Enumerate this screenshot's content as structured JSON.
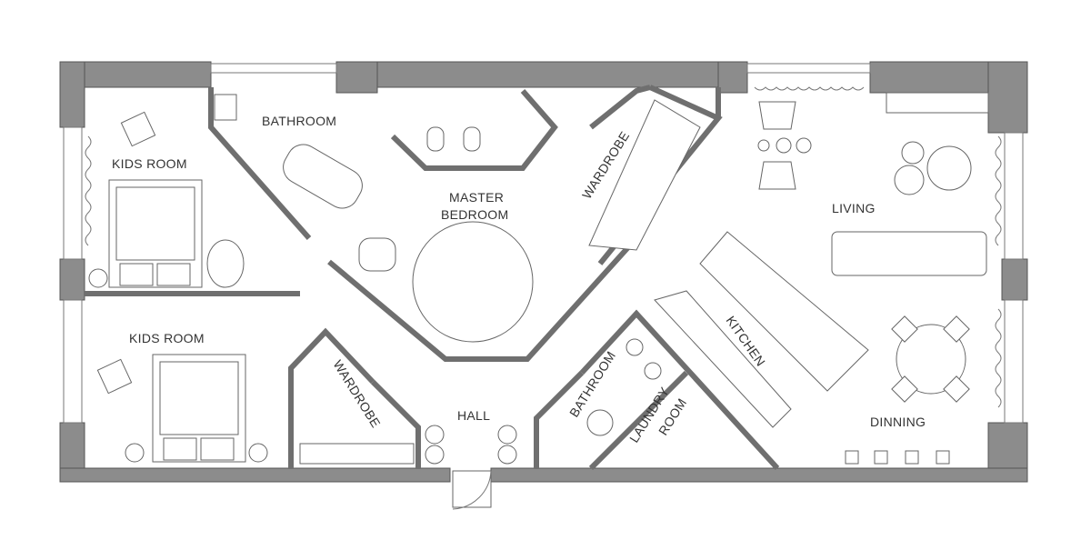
{
  "plan": {
    "rooms": {
      "bathroom_top": "BATHROOM",
      "kids_room_top": "KIDS ROOM",
      "master_bedroom_line1": "MASTER",
      "master_bedroom_line2": "BEDROOM",
      "wardrobe_top": "WARDROBE",
      "living": "LIVING",
      "kids_room_bottom": "KIDS ROOM",
      "kitchen": "KITCHEN",
      "wardrobe_bottom": "WARDROBE",
      "hall": "HALL",
      "bathroom_bottom": "BATHROOM",
      "laundry_line1": "LAUNDRY",
      "laundry_line2": "ROOM",
      "dinning": "DINNING"
    },
    "colors": {
      "wall": "#8c8c8c",
      "line": "#666666"
    }
  }
}
